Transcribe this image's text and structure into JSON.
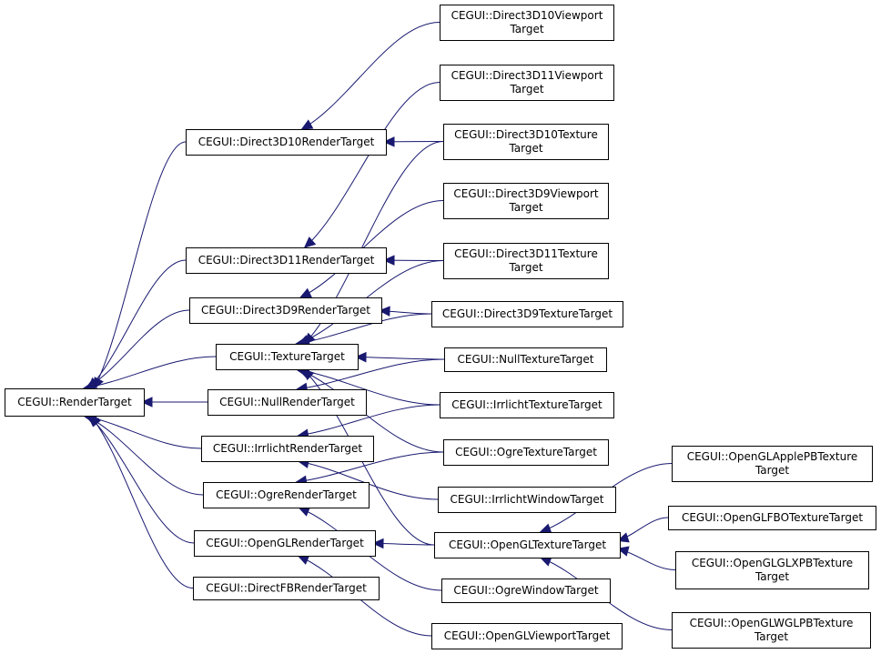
{
  "colors": {
    "edge": "#191970",
    "box_border": "#000000",
    "background": "#ffffff"
  },
  "nodes": [
    {
      "id": "render-target",
      "lines": [
        "CEGUI::RenderTarget"
      ]
    },
    {
      "id": "direct3d10-render-target",
      "lines": [
        "CEGUI::Direct3D10RenderTarget"
      ]
    },
    {
      "id": "direct3d11-render-target",
      "lines": [
        "CEGUI::Direct3D11RenderTarget"
      ]
    },
    {
      "id": "direct3d9-render-target",
      "lines": [
        "CEGUI::Direct3D9RenderTarget"
      ]
    },
    {
      "id": "texture-target",
      "lines": [
        "CEGUI::TextureTarget"
      ]
    },
    {
      "id": "null-render-target",
      "lines": [
        "CEGUI::NullRenderTarget"
      ]
    },
    {
      "id": "irrlicht-render-target",
      "lines": [
        "CEGUI::IrrlichtRenderTarget"
      ]
    },
    {
      "id": "ogre-render-target",
      "lines": [
        "CEGUI::OgreRenderTarget"
      ]
    },
    {
      "id": "opengl-render-target",
      "lines": [
        "CEGUI::OpenGLRenderTarget"
      ]
    },
    {
      "id": "directfb-render-target",
      "lines": [
        "CEGUI::DirectFBRenderTarget"
      ]
    },
    {
      "id": "direct3d10-viewport-target",
      "lines": [
        "CEGUI::Direct3D10Viewport",
        "Target"
      ]
    },
    {
      "id": "direct3d11-viewport-target",
      "lines": [
        "CEGUI::Direct3D11Viewport",
        "Target"
      ]
    },
    {
      "id": "direct3d10-texture-target",
      "lines": [
        "CEGUI::Direct3D10Texture",
        "Target"
      ]
    },
    {
      "id": "direct3d9-viewport-target",
      "lines": [
        "CEGUI::Direct3D9Viewport",
        "Target"
      ]
    },
    {
      "id": "direct3d11-texture-target",
      "lines": [
        "CEGUI::Direct3D11Texture",
        "Target"
      ]
    },
    {
      "id": "direct3d9-texture-target",
      "lines": [
        "CEGUI::Direct3D9TextureTarget"
      ]
    },
    {
      "id": "null-texture-target",
      "lines": [
        "CEGUI::NullTextureTarget"
      ]
    },
    {
      "id": "irrlicht-texture-target",
      "lines": [
        "CEGUI::IrrlichtTextureTarget"
      ]
    },
    {
      "id": "ogre-texture-target",
      "lines": [
        "CEGUI::OgreTextureTarget"
      ]
    },
    {
      "id": "irrlicht-window-target",
      "lines": [
        "CEGUI::IrrlichtWindowTarget"
      ]
    },
    {
      "id": "opengl-texture-target",
      "lines": [
        "CEGUI::OpenGLTextureTarget"
      ]
    },
    {
      "id": "ogre-window-target",
      "lines": [
        "CEGUI::OgreWindowTarget"
      ]
    },
    {
      "id": "opengl-viewport-target",
      "lines": [
        "CEGUI::OpenGLViewportTarget"
      ]
    },
    {
      "id": "opengl-apple-pb-texture-target",
      "lines": [
        "CEGUI::OpenGLApplePBTexture",
        "Target"
      ]
    },
    {
      "id": "opengl-fbo-texture-target",
      "lines": [
        "CEGUI::OpenGLFBOTextureTarget"
      ]
    },
    {
      "id": "opengl-glxpb-texture-target",
      "lines": [
        "CEGUI::OpenGLGLXPBTexture",
        "Target"
      ]
    },
    {
      "id": "opengl-wglpb-texture-target",
      "lines": [
        "CEGUI::OpenGLWGLPBTexture",
        "Target"
      ]
    }
  ],
  "edges": [
    {
      "from": "direct3d10-render-target",
      "to": "render-target"
    },
    {
      "from": "direct3d11-render-target",
      "to": "render-target"
    },
    {
      "from": "direct3d9-render-target",
      "to": "render-target"
    },
    {
      "from": "texture-target",
      "to": "render-target"
    },
    {
      "from": "null-render-target",
      "to": "render-target"
    },
    {
      "from": "irrlicht-render-target",
      "to": "render-target"
    },
    {
      "from": "ogre-render-target",
      "to": "render-target"
    },
    {
      "from": "opengl-render-target",
      "to": "render-target"
    },
    {
      "from": "directfb-render-target",
      "to": "render-target"
    },
    {
      "from": "direct3d10-viewport-target",
      "to": "direct3d10-render-target"
    },
    {
      "from": "direct3d10-texture-target",
      "to": "direct3d10-render-target"
    },
    {
      "from": "direct3d11-viewport-target",
      "to": "direct3d11-render-target"
    },
    {
      "from": "direct3d11-texture-target",
      "to": "direct3d11-render-target"
    },
    {
      "from": "direct3d9-viewport-target",
      "to": "direct3d9-render-target"
    },
    {
      "from": "direct3d9-texture-target",
      "to": "direct3d9-render-target"
    },
    {
      "from": "direct3d10-texture-target",
      "to": "texture-target"
    },
    {
      "from": "direct3d11-texture-target",
      "to": "texture-target"
    },
    {
      "from": "direct3d9-texture-target",
      "to": "texture-target"
    },
    {
      "from": "null-texture-target",
      "to": "texture-target"
    },
    {
      "from": "irrlicht-texture-target",
      "to": "texture-target"
    },
    {
      "from": "ogre-texture-target",
      "to": "texture-target"
    },
    {
      "from": "opengl-texture-target",
      "to": "texture-target"
    },
    {
      "from": "null-texture-target",
      "to": "null-render-target"
    },
    {
      "from": "irrlicht-texture-target",
      "to": "irrlicht-render-target"
    },
    {
      "from": "irrlicht-window-target",
      "to": "irrlicht-render-target"
    },
    {
      "from": "ogre-texture-target",
      "to": "ogre-render-target"
    },
    {
      "from": "ogre-window-target",
      "to": "ogre-render-target"
    },
    {
      "from": "opengl-texture-target",
      "to": "opengl-render-target"
    },
    {
      "from": "opengl-viewport-target",
      "to": "opengl-render-target"
    },
    {
      "from": "opengl-apple-pb-texture-target",
      "to": "opengl-texture-target"
    },
    {
      "from": "opengl-fbo-texture-target",
      "to": "opengl-texture-target"
    },
    {
      "from": "opengl-glxpb-texture-target",
      "to": "opengl-texture-target"
    },
    {
      "from": "opengl-wglpb-texture-target",
      "to": "opengl-texture-target"
    }
  ]
}
